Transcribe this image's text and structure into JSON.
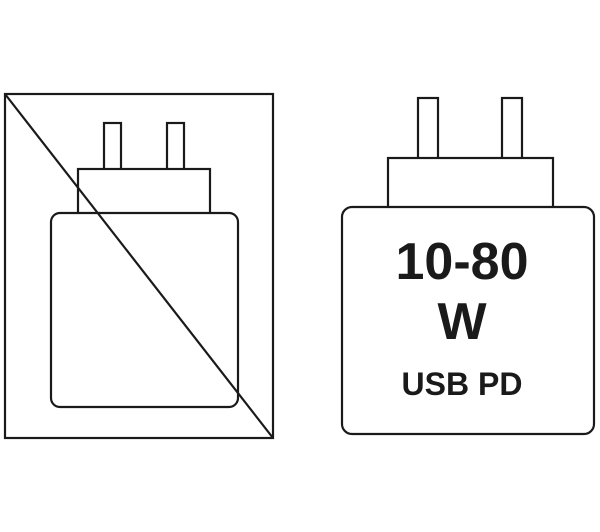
{
  "compatible_charger": {
    "wattage": "10-80",
    "unit": "W",
    "standard": "USB PD"
  },
  "colors": {
    "stroke": "#1a1a1a",
    "background": "#ffffff"
  },
  "icons": {
    "left": "charger-crossed-out-icon",
    "right": "usb-pd-charger-icon"
  }
}
